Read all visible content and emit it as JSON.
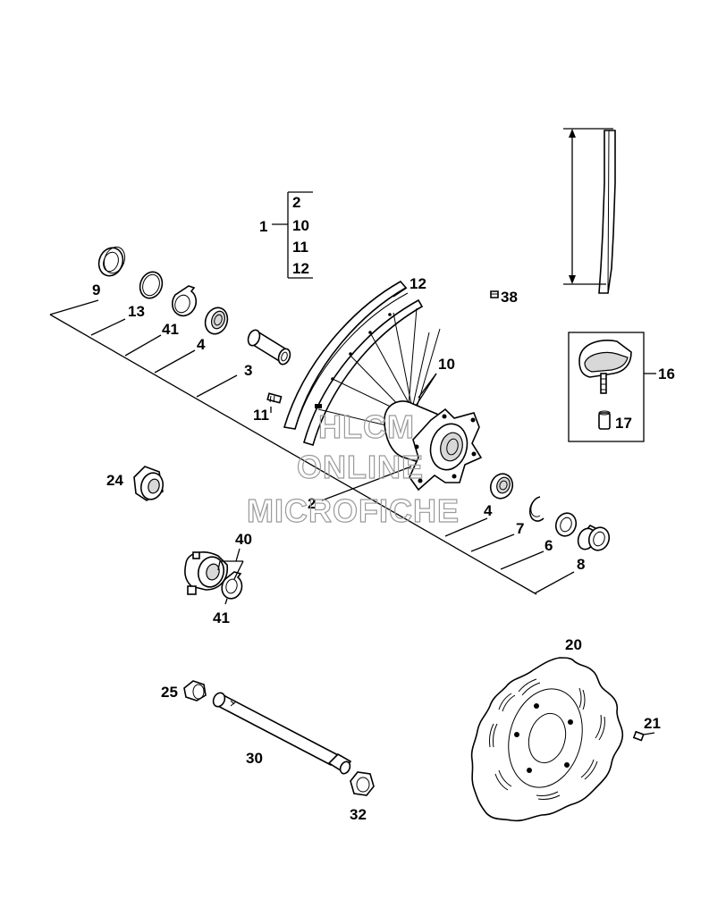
{
  "watermark": [
    "HLCM",
    "ONLINE",
    "MICROFICHE"
  ],
  "callouts": {
    "c1": "1",
    "c2": "2",
    "c2b": "2",
    "c3": "3",
    "c4a": "4",
    "c4b": "4",
    "c6": "6",
    "c7": "7",
    "c8": "8",
    "c9": "9",
    "c10": "10",
    "c10b": "10",
    "c11": "11",
    "c11b": "11",
    "c12": "12",
    "c12b": "12",
    "c13": "13",
    "c16": "16",
    "c17": "17",
    "c20": "20",
    "c21": "21",
    "c24": "24",
    "c25": "25",
    "c30": "30",
    "c32": "32",
    "c38": "38",
    "c40": "40",
    "c41a": "41",
    "c41b": "41"
  }
}
